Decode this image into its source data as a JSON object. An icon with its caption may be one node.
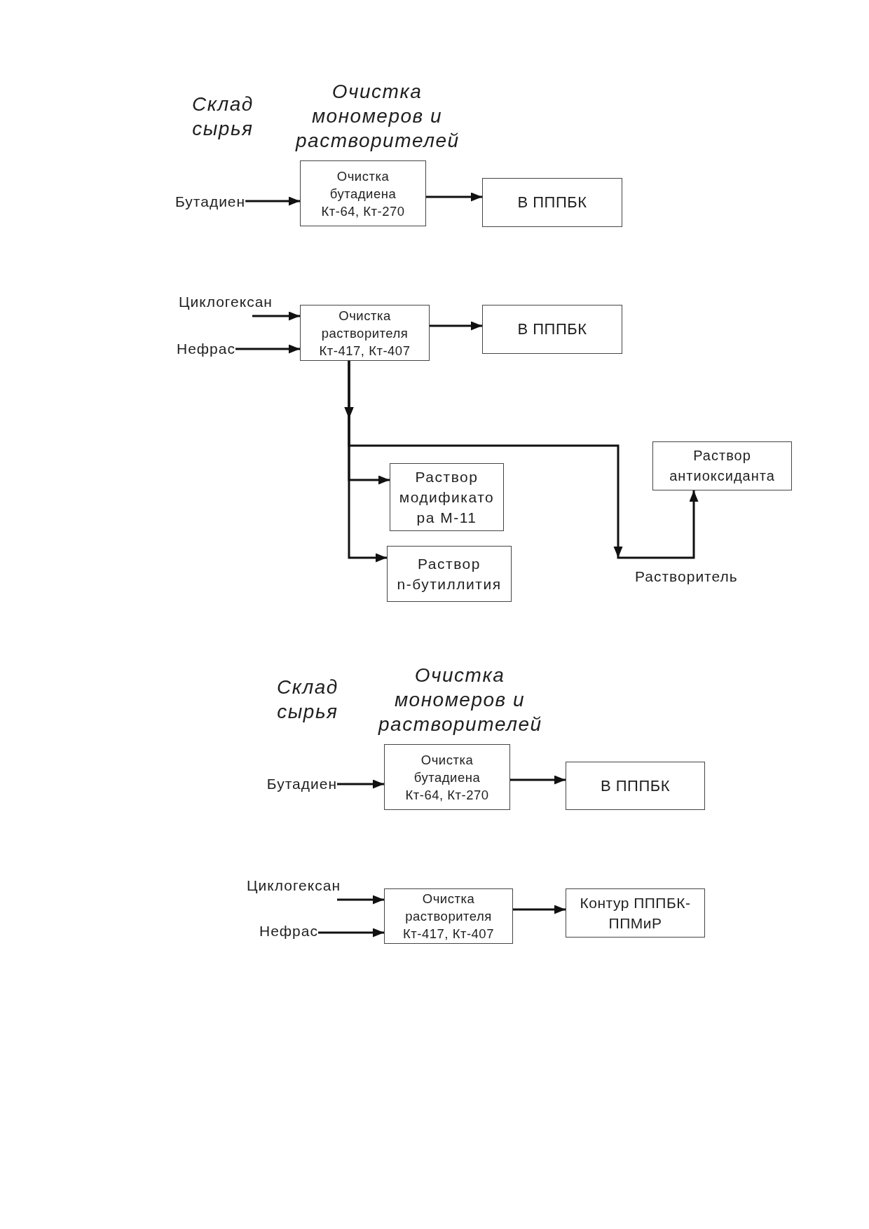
{
  "diagram": {
    "nodes": [
      {
        "text": [
          "Бутадиен"
        ]
      },
      {
        "text": [
          "Очистка бутадиена",
          "Кт-64, Кт-270"
        ]
      },
      {
        "text": [
          "В ПППБК"
        ]
      },
      {
        "text": [
          "Циклогексан"
        ]
      },
      {
        "text": [
          "Нефрас"
        ]
      },
      {
        "text": [
          "Очистка растворителя",
          "Кт-417, Кт-407"
        ]
      },
      {
        "text": [
          "В ПППБК"
        ]
      },
      {
        "text": [
          "Раствор модификато ра М-11"
        ]
      },
      {
        "text": [
          "Раствор n-бутиллития"
        ]
      },
      {
        "text": [
          "Раствор антиоксиданта"
        ]
      },
      {
        "text": [
          "Бутадиен"
        ]
      },
      {
        "text": [
          "Очистка бутадиена",
          "Кт-64, Кт-270"
        ]
      },
      {
        "text": [
          "В ПППБК"
        ]
      },
      {
        "text": [
          "Циклогексан"
        ]
      },
      {
        "text": [
          "Нефрас"
        ]
      },
      {
        "text": [
          "Очистка растворителя",
          "Кт-417, Кт-407"
        ]
      },
      {
        "text": [
          "Контур ПППБК- ППМиР"
        ]
      }
    ],
    "edges": [
      {
        "from": 0,
        "to": 1,
        "arrow": "to"
      },
      {
        "from": 1,
        "to": 2,
        "arrow": "to"
      },
      {
        "from": 3,
        "to": 5,
        "arrow": "to"
      },
      {
        "from": 4,
        "to": 5,
        "arrow": "to"
      },
      {
        "from": 5,
        "to": 6,
        "arrow": "to"
      },
      {
        "from": 5,
        "to": 7,
        "arrow": "to"
      },
      {
        "from": 5,
        "to": 8,
        "arrow": "to"
      },
      {
        "from": 5,
        "to": 9,
        "arrow": "to",
        "label": "Растворитель"
      },
      {
        "from": 10,
        "to": 11,
        "arrow": "to"
      },
      {
        "from": 11,
        "to": 12,
        "arrow": "to"
      },
      {
        "from": 13,
        "to": 15,
        "arrow": "to"
      },
      {
        "from": 14,
        "to": 15,
        "arrow": "to"
      },
      {
        "from": 15,
        "to": 16,
        "arrow": "to"
      }
    ],
    "labels": [
      "Склад сырья",
      "Очистка мономеров и растворителей",
      "Склад сырья",
      "Очистка мономеров и растворителей"
    ]
  }
}
